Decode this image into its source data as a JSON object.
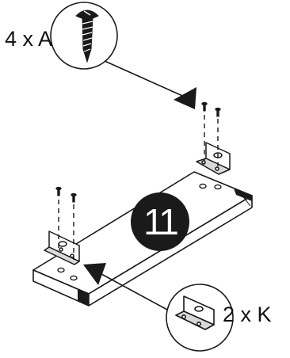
{
  "step": {
    "number": "11"
  },
  "parts": [
    {
      "quantity_label": "4 x A",
      "icon": "screw-icon"
    },
    {
      "quantity_label": "2 x K",
      "icon": "l-bracket-icon"
    }
  ],
  "colors": {
    "ink": "#1a1a1a",
    "paper": "#ffffff",
    "shade": "#bdbdbd"
  }
}
